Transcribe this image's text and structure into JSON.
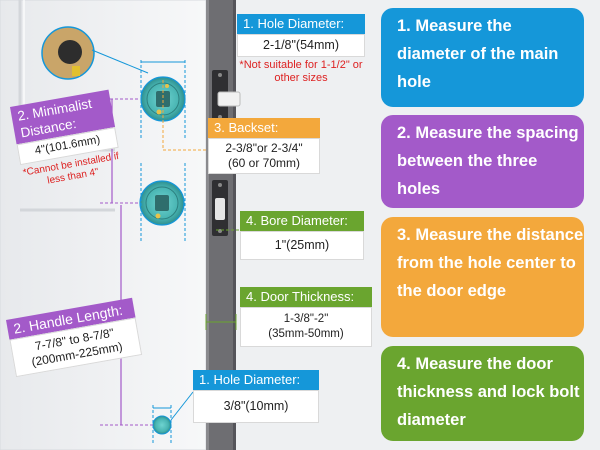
{
  "colors": {
    "blue": "#1597d9",
    "purple": "#a35ac9",
    "orange": "#f3a83c",
    "green": "#6aa52f",
    "red": "#d22222"
  },
  "labels": {
    "hole_top": {
      "title": "1. Hole Diameter:",
      "value": "2-1/8\"(54mm)",
      "note": "*Not suitable for 1-1/2\" or other sizes"
    },
    "min_distance": {
      "title": "2. Minimalist Distance:",
      "value": "4\"(101.6mm)",
      "note": "*Cannot be installed if less than 4\""
    },
    "backset": {
      "title": "3. Backset:",
      "value_line1": "2-3/8\"or 2-3/4\"",
      "value_line2": "(60 or 70mm)"
    },
    "bore": {
      "title": "4. Bore Diameter:",
      "value": "1\"(25mm)"
    },
    "door_thickness": {
      "title": "4. Door Thickness:",
      "value_line1": "1-3/8\"-2\"",
      "value_line2": "(35mm-50mm)"
    },
    "handle_length": {
      "title": "2. Handle Length:",
      "value_line1": "7-7/8\" to 8-7/8\"",
      "value_line2": "(200mm-225mm)"
    },
    "hole_bottom": {
      "title": "1. Hole Diameter:",
      "value": "3/8\"(10mm)"
    }
  },
  "cards": [
    {
      "text": "1. Measure the diameter of the main hole",
      "color": "#1597d9"
    },
    {
      "text": "2. Measure the spacing between the three holes",
      "color": "#a35ac9"
    },
    {
      "text": "3. Measure the distance from the hole center to the door edge",
      "color": "#f3a83c"
    },
    {
      "text": "4. Measure the door thickness and lock bolt diameter",
      "color": "#6aa52f"
    }
  ]
}
